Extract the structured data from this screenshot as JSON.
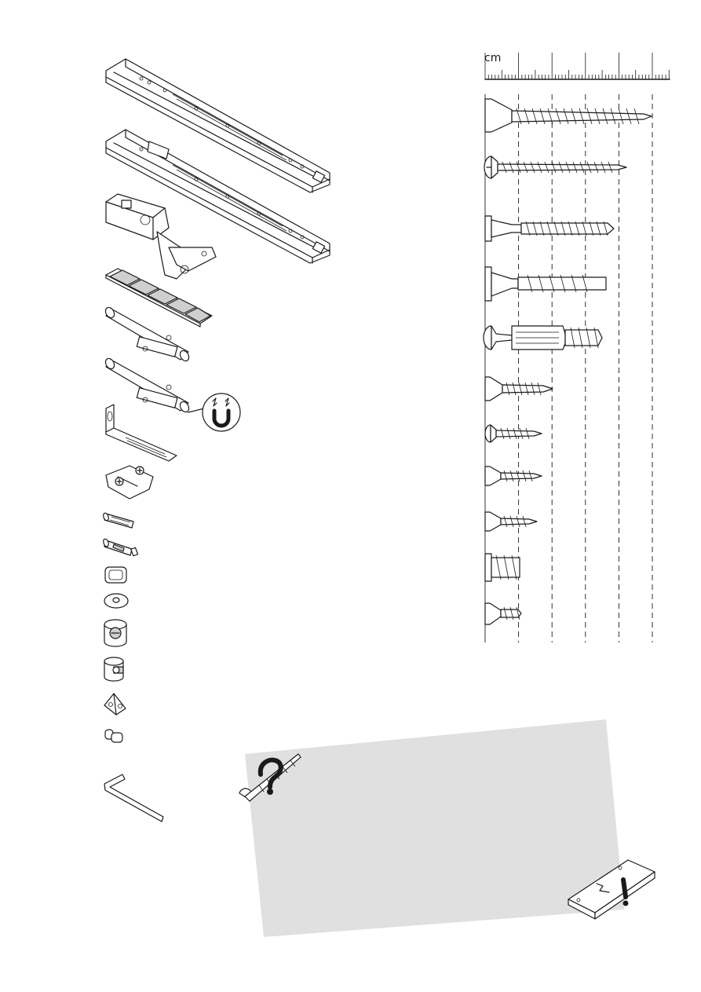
{
  "ruler": {
    "unit_label": "cm",
    "major_ticks": 6
  },
  "parts_left": [
    {
      "name": "drawer-runner-left"
    },
    {
      "name": "drawer-runner-right"
    },
    {
      "name": "concealed-hinge"
    },
    {
      "name": "felt-pad-strip"
    },
    {
      "name": "push-latch"
    },
    {
      "name": "magnetic-push-latch"
    },
    {
      "name": "striker-plate"
    },
    {
      "name": "hinge-mounting-plate"
    },
    {
      "name": "wooden-dowel"
    },
    {
      "name": "wall-plug"
    },
    {
      "name": "square-washer"
    },
    {
      "name": "cover-cap"
    },
    {
      "name": "cam-lock-large"
    },
    {
      "name": "cam-lock-small"
    },
    {
      "name": "corner-block"
    },
    {
      "name": "shelf-pin"
    },
    {
      "name": "allen-key"
    }
  ],
  "screws": [
    {
      "name": "countersunk-screw-long",
      "length_cm": 5.0
    },
    {
      "name": "pan-head-screw",
      "length_cm": 4.2
    },
    {
      "name": "confirmat-screw",
      "length_cm": 3.8
    },
    {
      "name": "thick-confirmat-screw",
      "length_cm": 3.7
    },
    {
      "name": "connector-bolt",
      "length_cm": 3.4
    },
    {
      "name": "countersunk-screw-medium",
      "length_cm": 2.0
    },
    {
      "name": "pan-head-screw-short",
      "length_cm": 1.6
    },
    {
      "name": "countersunk-screw-short",
      "length_cm": 1.6
    },
    {
      "name": "countersunk-screw-small",
      "length_cm": 1.5
    },
    {
      "name": "euro-screw",
      "length_cm": 1.0
    },
    {
      "name": "countersunk-screw-tiny",
      "length_cm": 1.1
    }
  ],
  "colors": {
    "ink": "#1a1a1a",
    "panel": "#e0e0e0"
  }
}
